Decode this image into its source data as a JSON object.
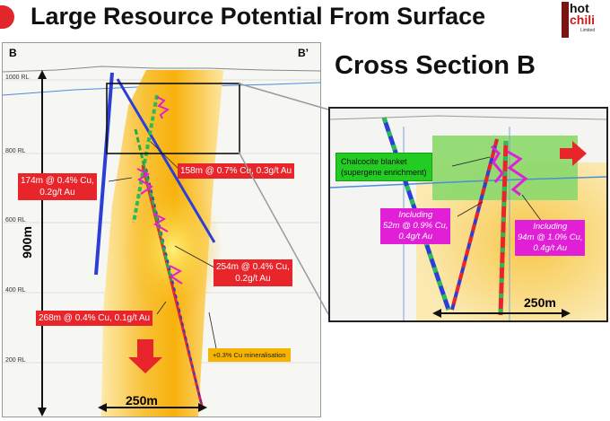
{
  "header": {
    "title": "Large Resource Potential From Surface",
    "logo_line1": "hot",
    "logo_line2": "chili",
    "logo_line3": "Limited"
  },
  "section_title": "Cross Section B",
  "main_section": {
    "corner_left": "B",
    "corner_right": "B’",
    "rl_labels": [
      "1000 RL",
      "800 RL",
      "600 RL",
      "400 RL",
      "200 RL"
    ],
    "depth_label": "900m",
    "width_label": "250m",
    "callouts": [
      "174m @ 0.4% Cu,\n0.2g/t Au",
      "158m @ 0.7% Cu, 0.3g/t Au",
      "254m @ 0.4% Cu,\n0.2g/t Au",
      "268m @ 0.4% Cu, 0.1g/t Au"
    ],
    "mineralisation_note": "+0.3% Cu mineralisation"
  },
  "zoom_section": {
    "chalcocite_label": "Chalcocite blanket\n(supergene enrichment)",
    "including_left": "Including\n52m @ 0.9% Cu,\n0.4g/t Au",
    "including_right": "Including\n94m @ 1.0% Cu,\n0.4g/t Au",
    "width_label": "250m"
  },
  "colors": {
    "callout_red": "#e8252b",
    "including_magenta": "#e11fd6",
    "chalcocite_green": "#22cc22",
    "ore_orange": "#f6b300",
    "drill_blue": "#2b3fd6"
  }
}
